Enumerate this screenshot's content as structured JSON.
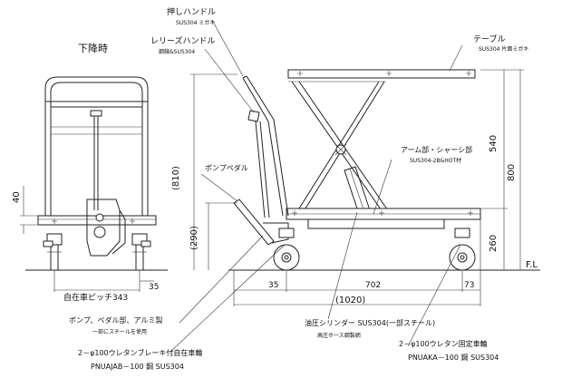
{
  "view_label": "下降時",
  "callouts": {
    "push_handle": "押しハンドル",
    "push_handle_material": "SUS304 ミガキ",
    "release_handle": "レリーズハンドル",
    "release_handle_material": "鋼線&SUS304",
    "table": "テーブル",
    "table_material": "SUS304 片面ミガキ",
    "pump_pedal": "ポンプペダル",
    "arm_chassis": "アーム部・シャーシ部",
    "arm_chassis_material": "SUS304-2B&HOT材",
    "pump_pedal_aluminum": "ポンプ、ペダル部、アルミ製",
    "pump_pedal_note": "一部にスチールを使用",
    "brake_caster": "2－φ100ウレタンブレーキ付自在車輪",
    "brake_caster_model": "PNUAJAB－100 鋼 SUS304",
    "cylinder": "油圧シリンダー SUS304(一部スチール)",
    "hose_note": "高圧ホース鋼製網",
    "fixed_caster": "2－φ100ウレタン固定車輪",
    "fixed_caster_model": "PNUAKA－100 鋼 SUS304"
  },
  "dimensions": {
    "d810": "(810)",
    "d290": "(290)",
    "d40": "40",
    "caster_pitch": "自在車ピッチ343",
    "d35_left": "35",
    "d35": "35",
    "d702": "702",
    "d73": "73",
    "d1020": "(1020)",
    "d540": "540",
    "d800": "800",
    "d260": "260",
    "floor": "F.L"
  }
}
